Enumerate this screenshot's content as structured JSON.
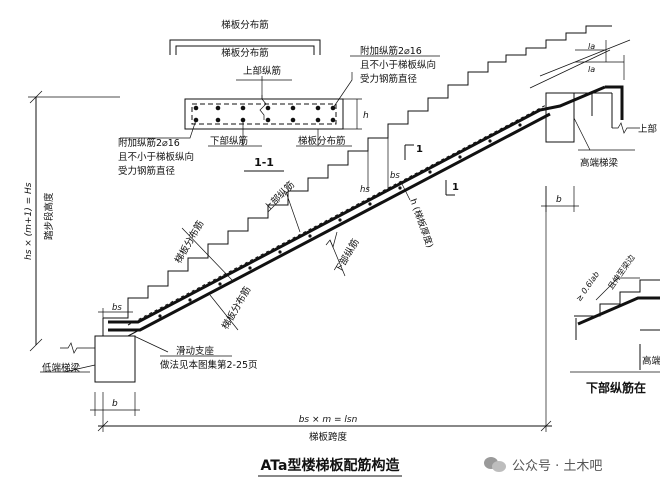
{
  "labels": {
    "slab_dist_bar_top": "梯板分布筋",
    "slab_dist_bar_mid": "梯板分布筋",
    "additional_bar_right_1": "附加纵筋2⌀16",
    "additional_bar_right_2": "且不小于梯板纵向",
    "additional_bar_right_3": "受力钢筋直径",
    "top_bar_section": "上部纵筋",
    "additional_bar_left_1": "附加纵筋2⌀16",
    "additional_bar_left_2": "且不小于梯板纵向",
    "additional_bar_left_3": "受力钢筋直径",
    "bottom_bar_section": "下部纵筋",
    "dist_bar_section": "梯板分布筋",
    "section_name": "1-1",
    "h_section": "h",
    "top_bar_main": "上部纵筋",
    "dist_bar_main_upper": "梯板分布筋",
    "dist_bar_main_lower": "梯板分布筋",
    "bottom_bar_main": "下部纵筋",
    "h_slab": "h (梯板厚度)",
    "hs_label": "hs",
    "bs_label": "bs",
    "section_mark_left": "1",
    "section_mark_right": "1",
    "height_formula": "hs × (m+1) = Hs",
    "height_name": "踏步段高度",
    "high_beam": "高端梯梁",
    "low_beam": "低端梯梁",
    "sliding_support_1": "滑动支座",
    "sliding_support_2": "做法见本图集第2-25页",
    "b_low": "b",
    "b_high": "b",
    "bs_low": "bs",
    "span_formula": "bs × m = lsn",
    "span_name": "梯板跨度",
    "la_top_1": "la",
    "la_top_2": "la",
    "top_right_text": "上部",
    "detail_formula": "≥ 0.6lab",
    "detail_text": "且伸至梁边",
    "detail_high": "高端",
    "bottom_caption": "下部纵筋在",
    "title": "ATa型楼梯板配筋构造",
    "watermark": "公众号 · 土木吧"
  },
  "colors": {
    "line": "#111111",
    "watermark": "#555555"
  }
}
